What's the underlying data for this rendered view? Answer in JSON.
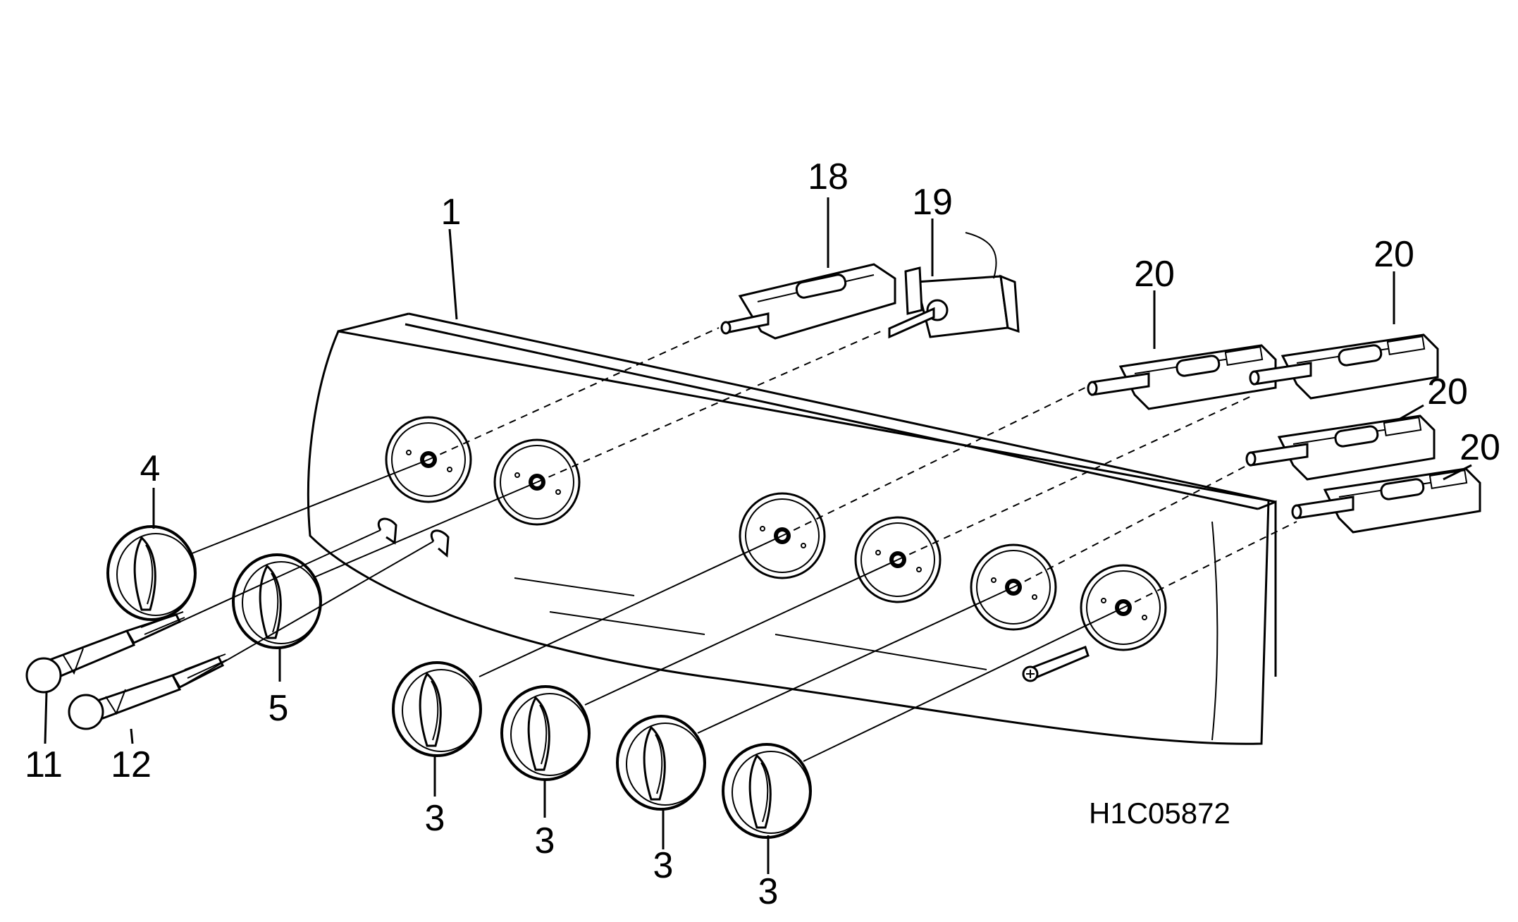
{
  "drawing_code": "H1C05872",
  "callouts": {
    "panel": "1",
    "knob_a": "4",
    "knob_b": "5",
    "knob_c1": "3",
    "knob_c2": "3",
    "knob_c3": "3",
    "knob_c4": "3",
    "lamp_a": "11",
    "lamp_b": "12",
    "switch_a": "18",
    "thermostat": "19",
    "valve_1": "20",
    "valve_2": "20",
    "valve_3": "20",
    "valve_4": "20"
  }
}
